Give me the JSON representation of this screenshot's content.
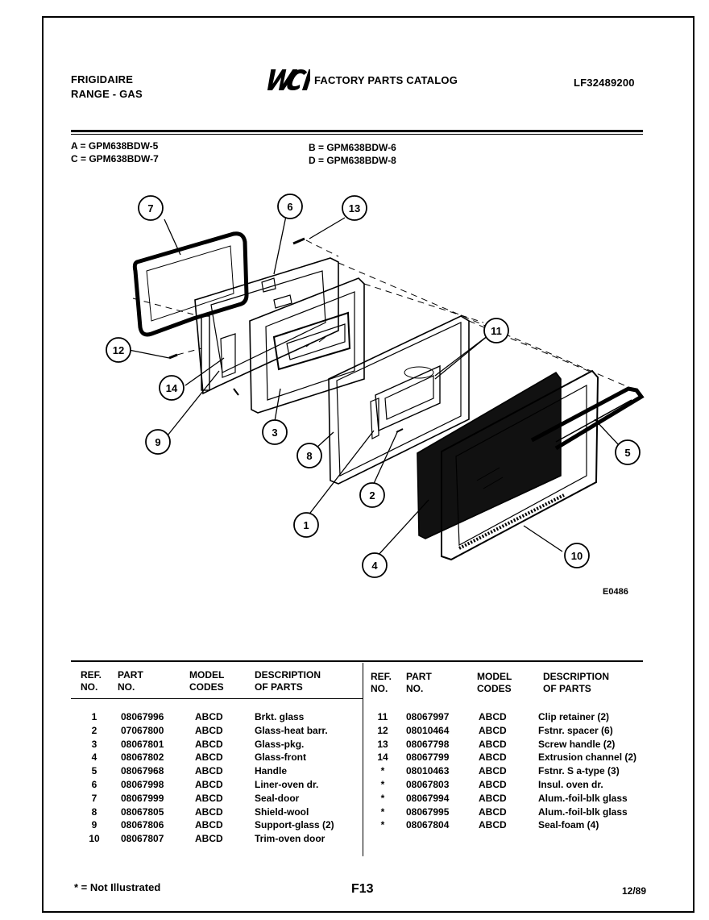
{
  "header": {
    "brand": "FRIGIDAIRE",
    "product": "RANGE - GAS",
    "logo_text": "WCI",
    "catalog_title": "FACTORY PARTS CATALOG",
    "catalog_number": "LF32489200"
  },
  "models": {
    "a": "A = GPM638BDW-5",
    "b": "B = GPM638BDW-6",
    "c": "C = GPM638BDW-7",
    "d": "D = GPM638BDW-8"
  },
  "diagram": {
    "callouts": [
      "1",
      "2",
      "3",
      "4",
      "5",
      "6",
      "7",
      "8",
      "9",
      "10",
      "11",
      "12",
      "13",
      "14"
    ],
    "figure_code": "E0486"
  },
  "table": {
    "headers": {
      "ref": "REF.",
      "no": "NO.",
      "part": "PART",
      "part_no": "NO.",
      "model": "MODEL",
      "codes": "CODES",
      "desc": "DESCRIPTION",
      "of_parts": "OF PARTS"
    },
    "left_rows": [
      {
        "ref": "1",
        "part": "08067996",
        "code": "ABCD",
        "desc": "Brkt. glass"
      },
      {
        "ref": "2",
        "part": "07067800",
        "code": "ABCD",
        "desc": "Glass-heat barr."
      },
      {
        "ref": "3",
        "part": "08067801",
        "code": "ABCD",
        "desc": "Glass-pkg."
      },
      {
        "ref": "4",
        "part": "08067802",
        "code": "ABCD",
        "desc": "Glass-front"
      },
      {
        "ref": "5",
        "part": "08067968",
        "code": "ABCD",
        "desc": "Handle"
      },
      {
        "ref": "6",
        "part": "08067998",
        "code": "ABCD",
        "desc": "Liner-oven dr."
      },
      {
        "ref": "7",
        "part": "08067999",
        "code": "ABCD",
        "desc": "Seal-door"
      },
      {
        "ref": "8",
        "part": "08067805",
        "code": "ABCD",
        "desc": "Shield-wool"
      },
      {
        "ref": "9",
        "part": "08067806",
        "code": "ABCD",
        "desc": "Support-glass (2)"
      },
      {
        "ref": "10",
        "part": "08067807",
        "code": "ABCD",
        "desc": "Trim-oven door"
      }
    ],
    "right_rows": [
      {
        "ref": "11",
        "part": "08067997",
        "code": "ABCD",
        "desc": "Clip retainer (2)"
      },
      {
        "ref": "12",
        "part": "08010464",
        "code": "ABCD",
        "desc": "Fstnr. spacer (6)"
      },
      {
        "ref": "13",
        "part": "08067798",
        "code": "ABCD",
        "desc": "Screw handle (2)"
      },
      {
        "ref": "14",
        "part": "08067799",
        "code": "ABCD",
        "desc": "Extrusion channel (2)"
      },
      {
        "ref": "*",
        "part": "08010463",
        "code": "ABCD",
        "desc": "Fstnr. S a-type (3)"
      },
      {
        "ref": "*",
        "part": "08067803",
        "code": "ABCD",
        "desc": "Insul. oven dr."
      },
      {
        "ref": "*",
        "part": "08067994",
        "code": "ABCD",
        "desc": "Alum.-foil-blk glass"
      },
      {
        "ref": "*",
        "part": "08067995",
        "code": "ABCD",
        "desc": "Alum.-foil-blk glass"
      },
      {
        "ref": "*",
        "part": "08067804",
        "code": "ABCD",
        "desc": "Seal-foam (4)"
      }
    ]
  },
  "footer": {
    "note": "* = Not Illustrated",
    "page": "F13",
    "date": "12/89"
  }
}
